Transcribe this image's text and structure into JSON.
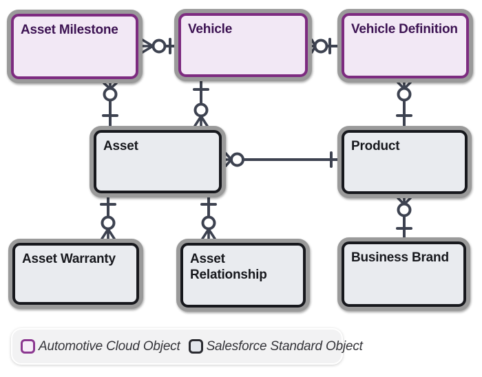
{
  "diagram": {
    "nodes": {
      "asset_milestone": {
        "label": "Asset Milestone",
        "category": "Automotive Cloud Object"
      },
      "vehicle": {
        "label": "Vehicle",
        "category": "Automotive Cloud Object"
      },
      "vehicle_definition": {
        "label": "Vehicle Definition",
        "category": "Automotive Cloud Object"
      },
      "asset": {
        "label": "Asset",
        "category": "Salesforce Standard Object"
      },
      "product": {
        "label": "Product",
        "category": "Salesforce Standard Object"
      },
      "asset_warranty": {
        "label": "Asset Warranty",
        "category": "Salesforce Standard Object"
      },
      "asset_relationship": {
        "label": "Asset Relationship",
        "category": "Salesforce Standard Object"
      },
      "business_brand": {
        "label": "Business Brand",
        "category": "Salesforce Standard Object"
      }
    },
    "relationships": [
      {
        "many_end": "Asset Milestone",
        "one_end": "Vehicle",
        "notation": "zero-or-many to one"
      },
      {
        "many_end": "Vehicle",
        "one_end": "Vehicle Definition",
        "notation": "zero-or-many to one"
      },
      {
        "many_end": "Asset Milestone",
        "one_end": "Asset",
        "notation": "zero-or-many to one"
      },
      {
        "many_end": "Asset",
        "one_end": "Vehicle",
        "notation": "zero-or-many to one"
      },
      {
        "many_end": "Vehicle Definition",
        "one_end": "Product",
        "notation": "zero-or-many to one"
      },
      {
        "many_end": "Asset",
        "one_end": "Product",
        "notation": "zero-or-many to one"
      },
      {
        "many_end": "Asset Warranty",
        "one_end": "Asset",
        "notation": "zero-or-many to one"
      },
      {
        "many_end": "Asset Relationship",
        "one_end": "Asset",
        "notation": "zero-or-many to one"
      },
      {
        "many_end": "Product",
        "one_end": "Business Brand",
        "notation": "zero-or-many to one"
      }
    ]
  },
  "legend": {
    "items": [
      {
        "label": "Automotive Cloud Object",
        "swatch": "automotive"
      },
      {
        "label": "Salesforce Standard Object",
        "swatch": "standard"
      }
    ]
  },
  "colors": {
    "automotive_border": "#7d2b80",
    "automotive_fill": "#f2e8f5",
    "automotive_text": "#3c1252",
    "standard_border": "#17181d",
    "standard_fill": "#e9ebef",
    "connector": "#3d4250",
    "node_outline": "#9a9a9a",
    "legend_background": "#f2f2f3"
  }
}
